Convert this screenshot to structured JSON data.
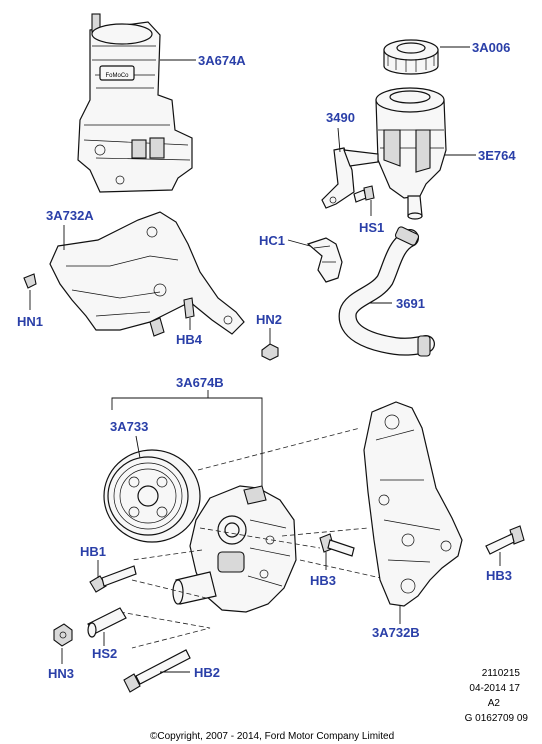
{
  "labels": {
    "p3A674A": "3A674A",
    "p3A006": "3A006",
    "p3490": "3490",
    "p3E764": "3E764",
    "p3A732A": "3A732A",
    "pHS1": "HS1",
    "pHC1": "HC1",
    "pHN1": "HN1",
    "pHB4": "HB4",
    "pHN2": "HN2",
    "p3691": "3691",
    "p3A674B": "3A674B",
    "p3A733": "3A733",
    "pHB1": "HB1",
    "pHB3a": "HB3",
    "pHB3b": "HB3",
    "pHS2": "HS2",
    "pHN3": "HN3",
    "pHB2": "HB2",
    "p3A732B": "3A732B"
  },
  "part_marking": "FoMoCo",
  "info": {
    "line1": "2110215",
    "line2": "04-2014 17",
    "line3": "A2",
    "line4": "G 0162709 09"
  },
  "copyright": "©Copyright, 2007 - 2014, Ford Motor Company Limited",
  "colors": {
    "label": "#2a3fa8",
    "line": "#111111"
  }
}
